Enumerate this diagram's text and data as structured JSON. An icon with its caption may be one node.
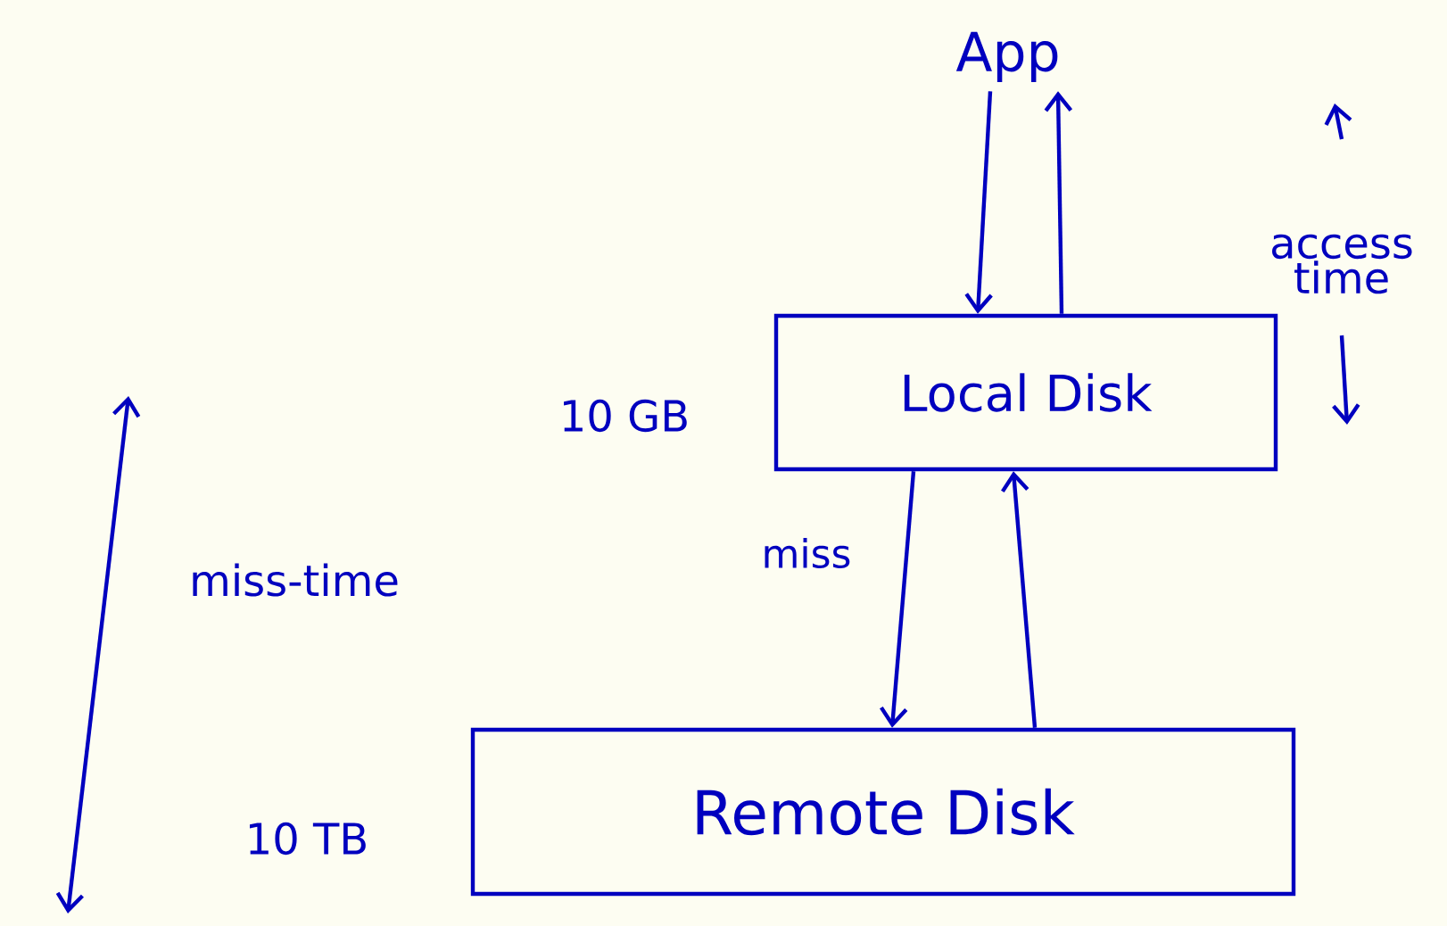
{
  "diagram": {
    "nodes": [
      {
        "text": [
          "App"
        ]
      },
      {
        "text": [
          "Local Disk"
        ],
        "beside": [
          "10 GB"
        ]
      },
      {
        "text": [
          "Remote Disk"
        ],
        "beside": [
          "10 TB"
        ]
      }
    ],
    "edges": [
      {
        "from": 0,
        "to": 1,
        "arrow": "to"
      },
      {
        "from": 1,
        "to": 0,
        "arrow": "to"
      },
      {
        "from": 1,
        "to": 2,
        "arrow": "to",
        "label": "miss"
      },
      {
        "from": 2,
        "to": 1,
        "arrow": "to"
      }
    ],
    "labels": [
      "access time",
      "miss-time"
    ]
  }
}
